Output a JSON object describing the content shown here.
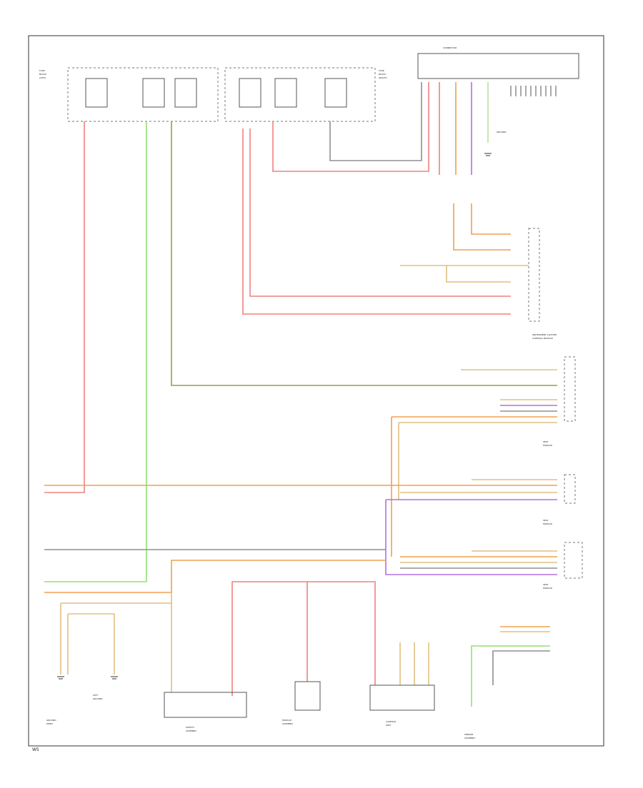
{
  "colors": {
    "red": "#f08080",
    "green": "#90e070",
    "olive": "#9a9a50",
    "orange": "#f0a050",
    "tan": "#e0c080",
    "violet": "#b070e0",
    "gray": "#909090",
    "black": "#303030",
    "lightgreen": "#b8e0a0"
  },
  "labels": {
    "fuse_block_left": [
      "FUSE",
      "BLOCK",
      "(LEFT)"
    ],
    "fuse_block_mid": [
      "FUSE",
      "BLOCK",
      "(RIGHT)"
    ],
    "connector_top_right": "CONNECTOR",
    "ground_label": "GROUND",
    "instrument_cluster": [
      "INSTRUMENT CLUSTER",
      "CONTROL MODULE"
    ],
    "seat_module_1": [
      "SEAT",
      "MODULE"
    ],
    "seat_module_2": [
      "SEAT",
      "MODULE"
    ],
    "seat_module_3": [
      "SEAT",
      "MODULE"
    ],
    "bottom_1": [
      "GROUND",
      "POINT"
    ],
    "bottom_2": [
      "LEFT",
      "GROUND"
    ],
    "bottom_3": [
      "SWITCH",
      "ASSEMBLY"
    ],
    "bottom_4": [
      "MODULE",
      "ASSEMBLY"
    ],
    "bottom_5": [
      "CONTROL",
      "UNIT"
    ],
    "bottom_6": [
      "SENSOR",
      "ASSEMBLY"
    ],
    "footer": "W5"
  }
}
